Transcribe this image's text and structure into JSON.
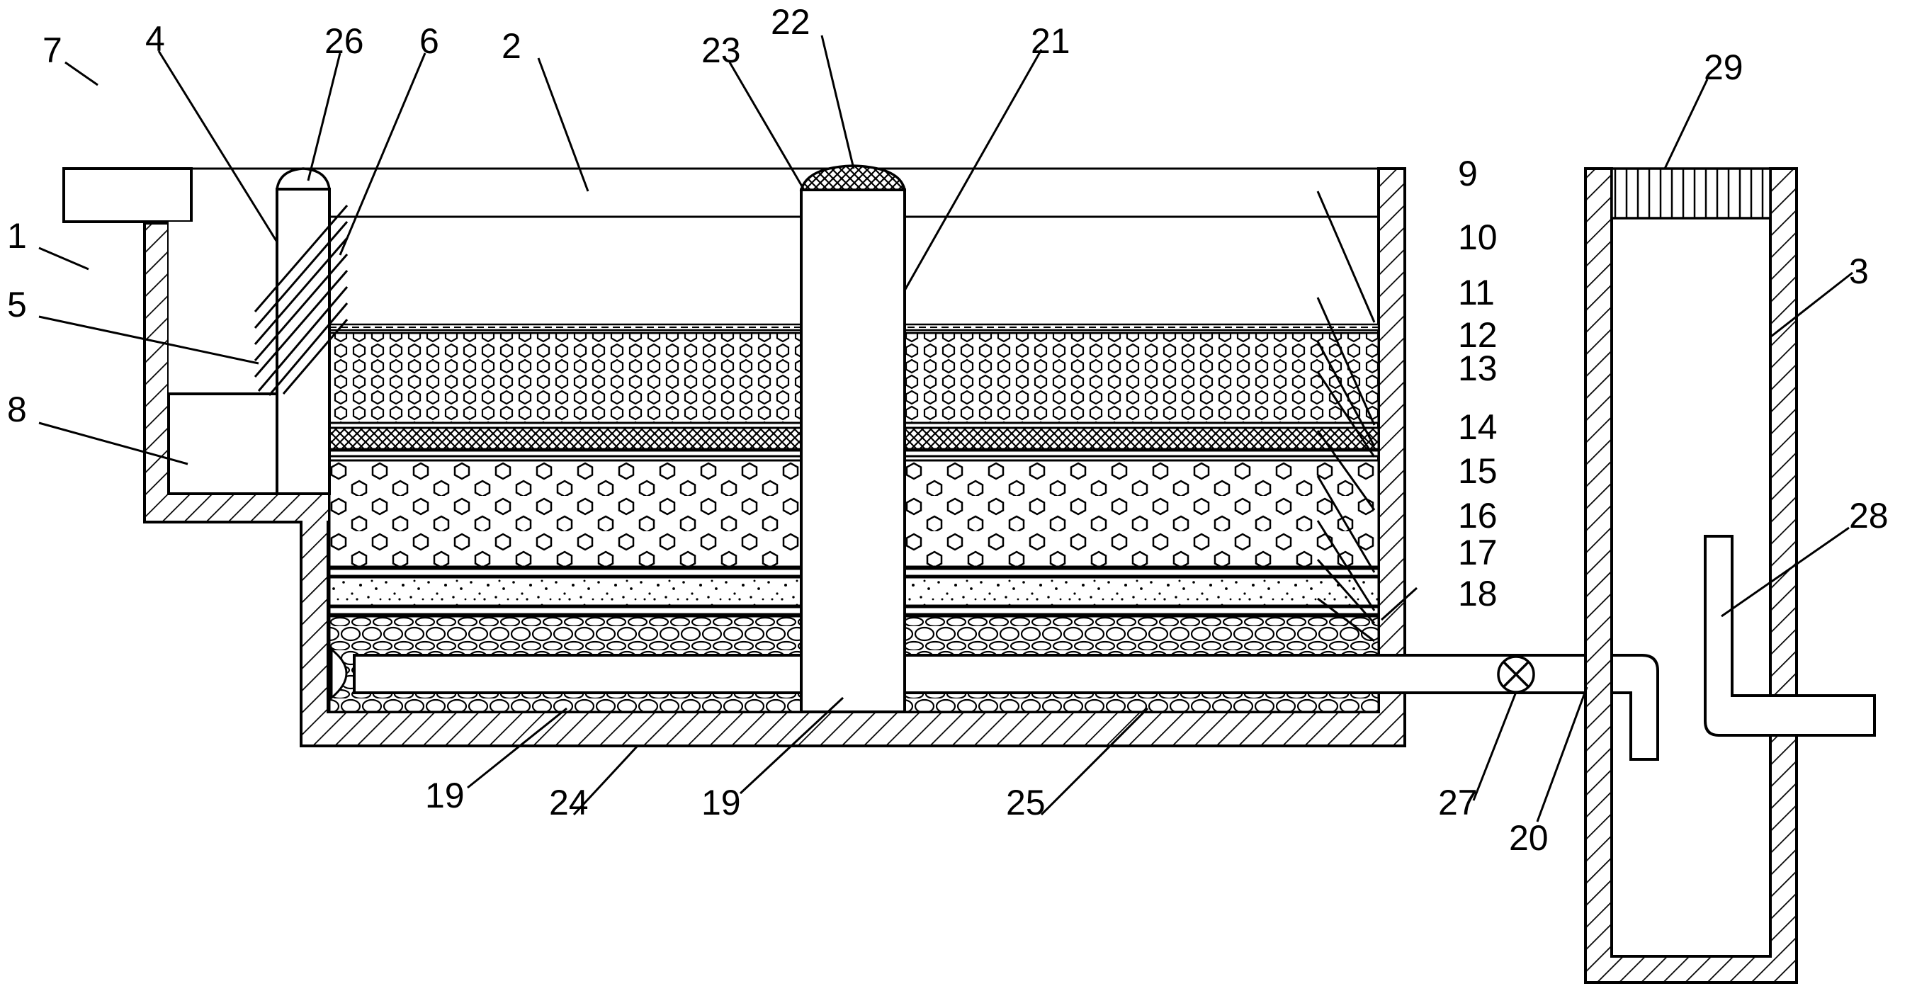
{
  "labels": {
    "l1": "1",
    "l2": "2",
    "l3": "3",
    "l4": "4",
    "l5": "5",
    "l6": "6",
    "l7": "7",
    "l8": "8",
    "l9": "9",
    "l10": "10",
    "l11": "11",
    "l12": "12",
    "l13": "13",
    "l14": "14",
    "l15": "15",
    "l16": "16",
    "l17": "17",
    "l18": "18",
    "l19a": "19",
    "l19b": "19",
    "l20": "20",
    "l21": "21",
    "l22": "22",
    "l23": "23",
    "l24": "24",
    "l25": "25",
    "l26": "26",
    "l27": "27",
    "l28": "28",
    "l29": "29"
  }
}
